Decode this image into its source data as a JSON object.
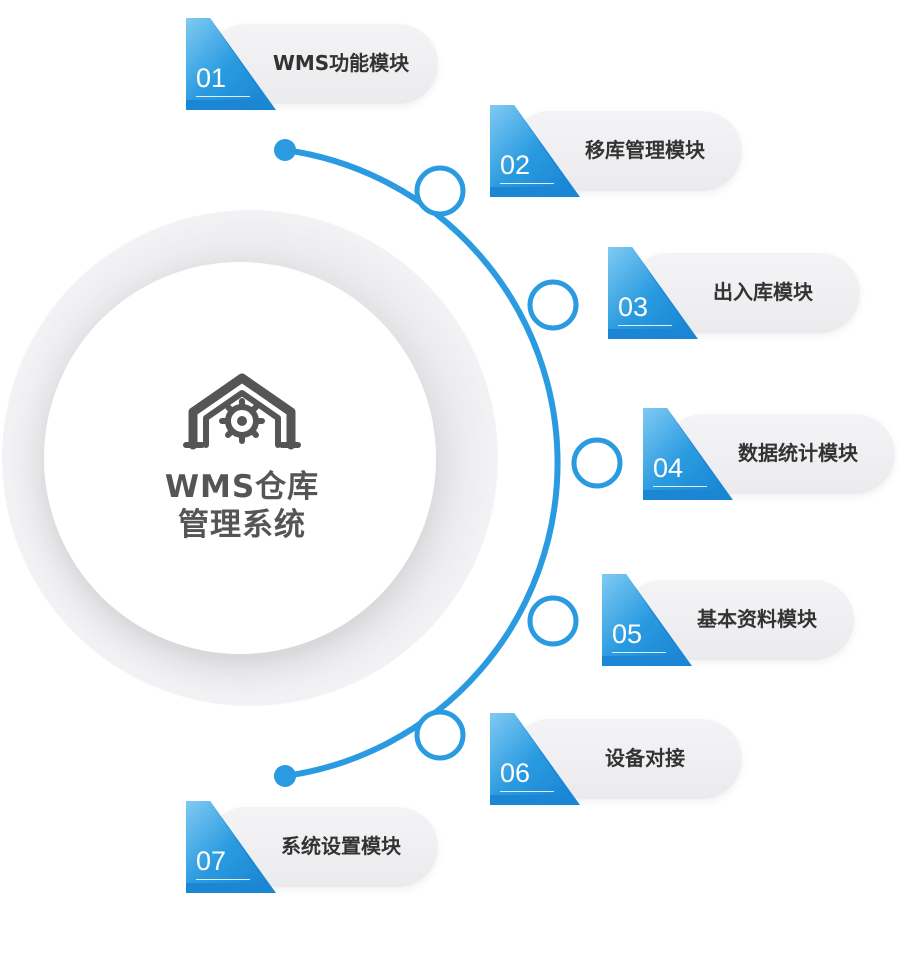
{
  "center": {
    "title_line1": "WMS仓库",
    "title_line2": "管理系统",
    "icon": "warehouse-gear-icon"
  },
  "colors": {
    "accent": "#1a8fdc",
    "accent_light": "#6ec1f0",
    "line": "#2a9be0",
    "text_dark": "#333333",
    "center_text": "#555555",
    "pill_bg": "#efeff1"
  },
  "modules": [
    {
      "num": "01",
      "label": "WMS功能模块"
    },
    {
      "num": "02",
      "label": "移库管理模块"
    },
    {
      "num": "03",
      "label": "出入库模块"
    },
    {
      "num": "04",
      "label": "数据统计模块"
    },
    {
      "num": "05",
      "label": "基本资料模块"
    },
    {
      "num": "06",
      "label": "设备对接"
    },
    {
      "num": "07",
      "label": "系统设置模块"
    }
  ]
}
